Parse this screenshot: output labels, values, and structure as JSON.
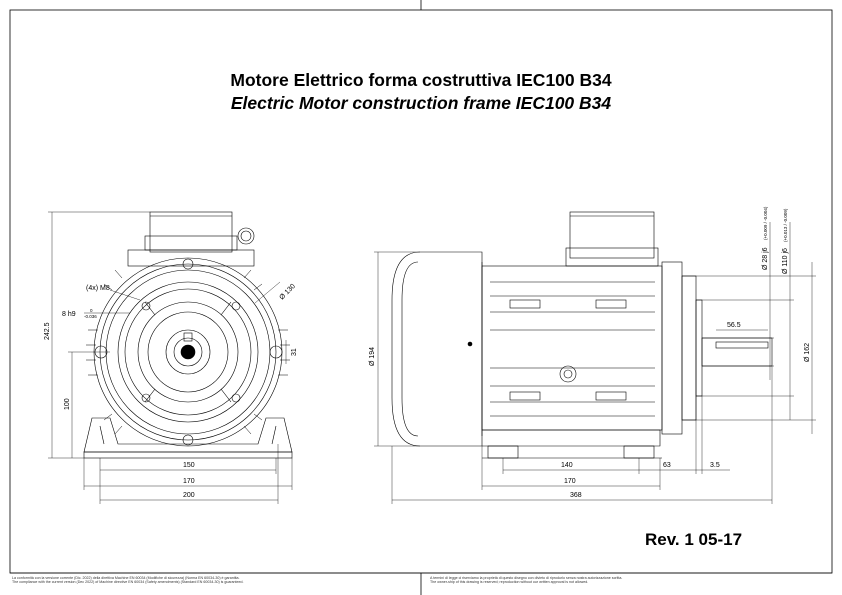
{
  "title_it": "Motore Elettrico forma costruttiva IEC100 B34",
  "title_en": "Electric Motor construction frame IEC100 B34",
  "revision": "Rev. 1 05-17",
  "footer": {
    "left_line1": "La conformità con la versione corrente (Dic. 2022) della direttiva Machine EN 60034 (Modifiche di sicurezza) (Norma EN 60034-30) è garantita.",
    "left_line2": "The compliance with the current version (Dec 2022) of Machine directive EN 60034 (Safety amendments) (Standard EN 60034-30) is guaranteed.",
    "right_line1": "A termini di legge ci riserviamo la proprietà di questo disegno con divieto di riprodurlo senza nostra autorizzazione scritta.",
    "right_line2": "The owner-ship of this drawing is reserved; reproduction without our written approval is not allowed."
  },
  "front_view": {
    "dim_bolts": "(4x) M8",
    "dim_pcd": "Ø 130",
    "dim_spigot": "8 h9",
    "dim_spigot_tol_upper": "0",
    "dim_spigot_tol_lower": "-0.036",
    "dim_height": "242.5",
    "dim_shaft_height": "100",
    "dim_key": "31",
    "dim_bolt_centers": "150",
    "dim_foot_span": "170",
    "dim_base_width": "200"
  },
  "side_view": {
    "dim_body_dia": "Ø 194",
    "dim_shaft_dia": "Ø 28 j6",
    "dim_shaft_tol": "(+0.009 / -0.004)",
    "dim_spigot_dia": "Ø 110 j6",
    "dim_spigot_tol": "(+0.013 / -0.009)",
    "dim_flange_dia": "Ø 162",
    "dim_key_length": "56.5",
    "dim_foot_holes": "140",
    "dim_foot_to_shoulder": "63",
    "dim_flange_thk": "3.5",
    "dim_foot_length": "170",
    "dim_overall_length": "368"
  }
}
